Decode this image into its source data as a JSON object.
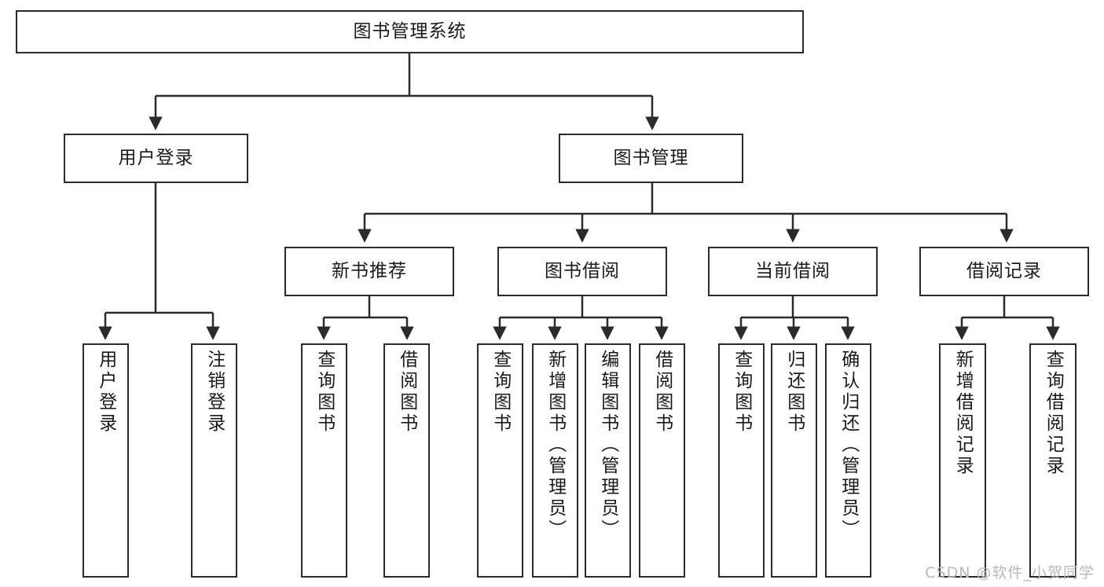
{
  "diagram": {
    "title": "图书管理系统",
    "type": "tree",
    "watermark": "CSDN @软件_小贺同学",
    "colors": {
      "box_border": "#2b2b2b",
      "box_fill": "#ffffff",
      "connector": "#2b2b2b",
      "text": "#1a1a1a",
      "watermark": "#b9b9b9",
      "background": "#ffffff"
    },
    "root": {
      "label": "图书管理系统"
    },
    "level1": [
      {
        "label": "用户登录"
      },
      {
        "label": "图书管理"
      }
    ],
    "level2": [
      {
        "label": "新书推荐"
      },
      {
        "label": "图书借阅"
      },
      {
        "label": "当前借阅"
      },
      {
        "label": "借阅记录"
      }
    ],
    "leaves": {
      "user_login": [
        {
          "label": "用户登录"
        },
        {
          "label": "注销登录"
        }
      ],
      "new_book_recommend": [
        {
          "label": "查询图书"
        },
        {
          "label": "借阅图书"
        }
      ],
      "book_borrow": [
        {
          "label": "查询图书"
        },
        {
          "label": "新增图书（管理员）"
        },
        {
          "label": "编辑图书（管理员）"
        },
        {
          "label": "借阅图书"
        }
      ],
      "current_borrow": [
        {
          "label": "查询图书"
        },
        {
          "label": "归还图书"
        },
        {
          "label": "确认归还（管理员）"
        }
      ],
      "borrow_records": [
        {
          "label": "新增借阅记录"
        },
        {
          "label": "查询借阅记录"
        }
      ]
    }
  }
}
